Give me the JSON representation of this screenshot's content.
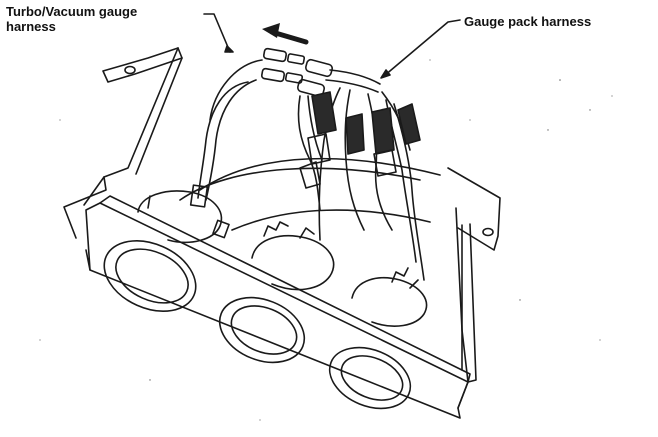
{
  "figure": {
    "callouts": {
      "turbo_vacuum_line1": "Turbo/Vacuum gauge",
      "turbo_vacuum_line2": "harness",
      "gauge_pack_harness": "Gauge pack harness"
    },
    "ink_color": "#1a1a1a",
    "paper_color": "#ffffff"
  }
}
